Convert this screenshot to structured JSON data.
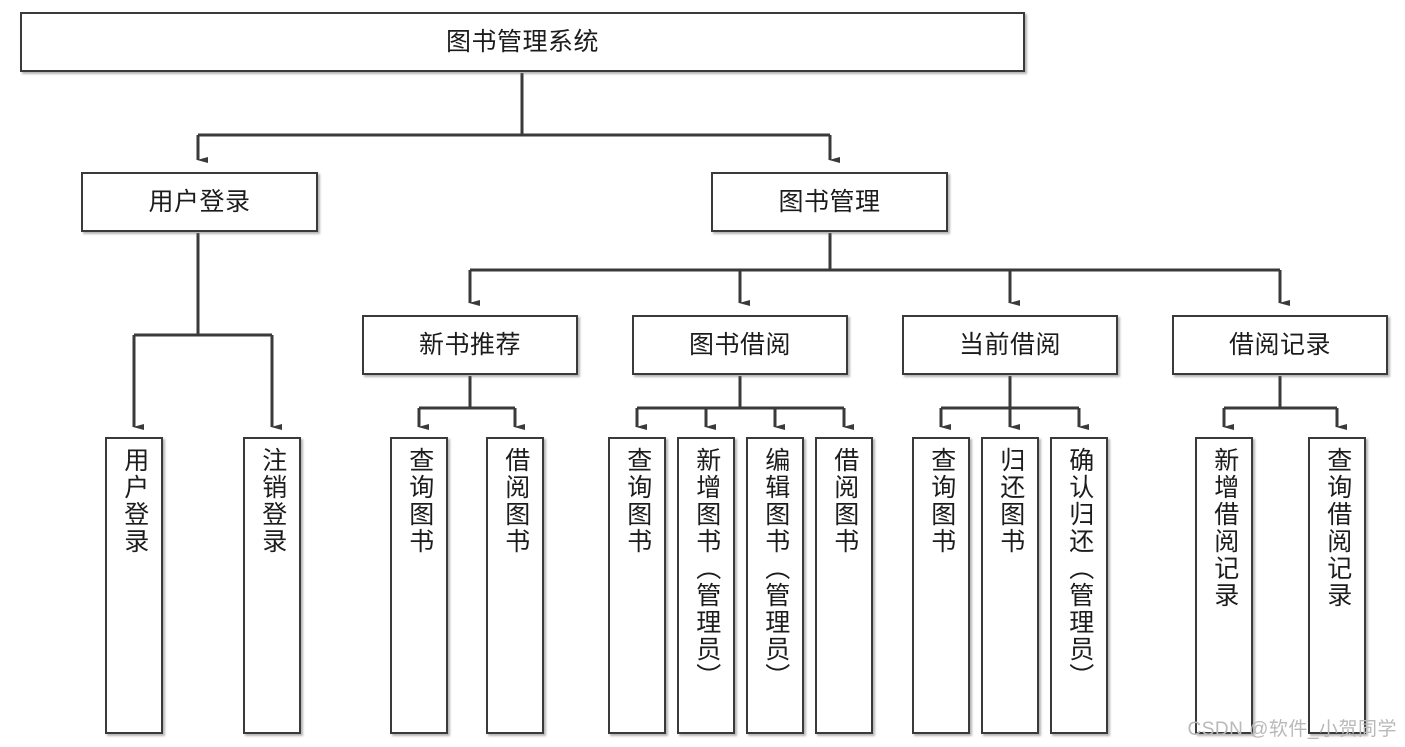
{
  "diagram": {
    "title": "图书管理系统",
    "type": "tree-hierarchy-diagram",
    "watermark": "CSDN @软件_小贺同学",
    "colors": {
      "stroke": "#3a3a3a",
      "fill": "#ffffff",
      "text": "#1c1c1c",
      "watermark": "#b9b9b9"
    },
    "nodes": {
      "root": {
        "label": "图书管理系统"
      },
      "level2": [
        {
          "id": "user-login",
          "label": "用户登录"
        },
        {
          "id": "book-manage",
          "label": "图书管理"
        }
      ],
      "level3": [
        {
          "id": "new-book-recommend",
          "label": "新书推荐"
        },
        {
          "id": "book-borrow",
          "label": "图书借阅"
        },
        {
          "id": "current-borrow",
          "label": "当前借阅"
        },
        {
          "id": "borrow-record",
          "label": "借阅记录"
        }
      ],
      "leaves": {
        "user-login": [
          {
            "id": "leaf-user-login",
            "label": "用户登录"
          },
          {
            "id": "leaf-logout-login",
            "label": "注销登录"
          }
        ],
        "new-book-recommend": [
          {
            "id": "leaf-query-book-1",
            "label": "查询图书"
          },
          {
            "id": "leaf-borrow-book-1",
            "label": "借阅图书"
          }
        ],
        "book-borrow": [
          {
            "id": "leaf-query-book-2",
            "label": "查询图书"
          },
          {
            "id": "leaf-add-book",
            "label": "新增图书（管理员）"
          },
          {
            "id": "leaf-edit-book",
            "label": "编辑图书（管理员）"
          },
          {
            "id": "leaf-borrow-book-2",
            "label": "借阅图书"
          }
        ],
        "current-borrow": [
          {
            "id": "leaf-query-book-3",
            "label": "查询图书"
          },
          {
            "id": "leaf-return-book",
            "label": "归还图书"
          },
          {
            "id": "leaf-confirm-return",
            "label": "确认归还（管理员）"
          }
        ],
        "borrow-record": [
          {
            "id": "leaf-add-record",
            "label": "新增借阅记录"
          },
          {
            "id": "leaf-query-record",
            "label": "查询借阅记录"
          }
        ]
      }
    }
  }
}
